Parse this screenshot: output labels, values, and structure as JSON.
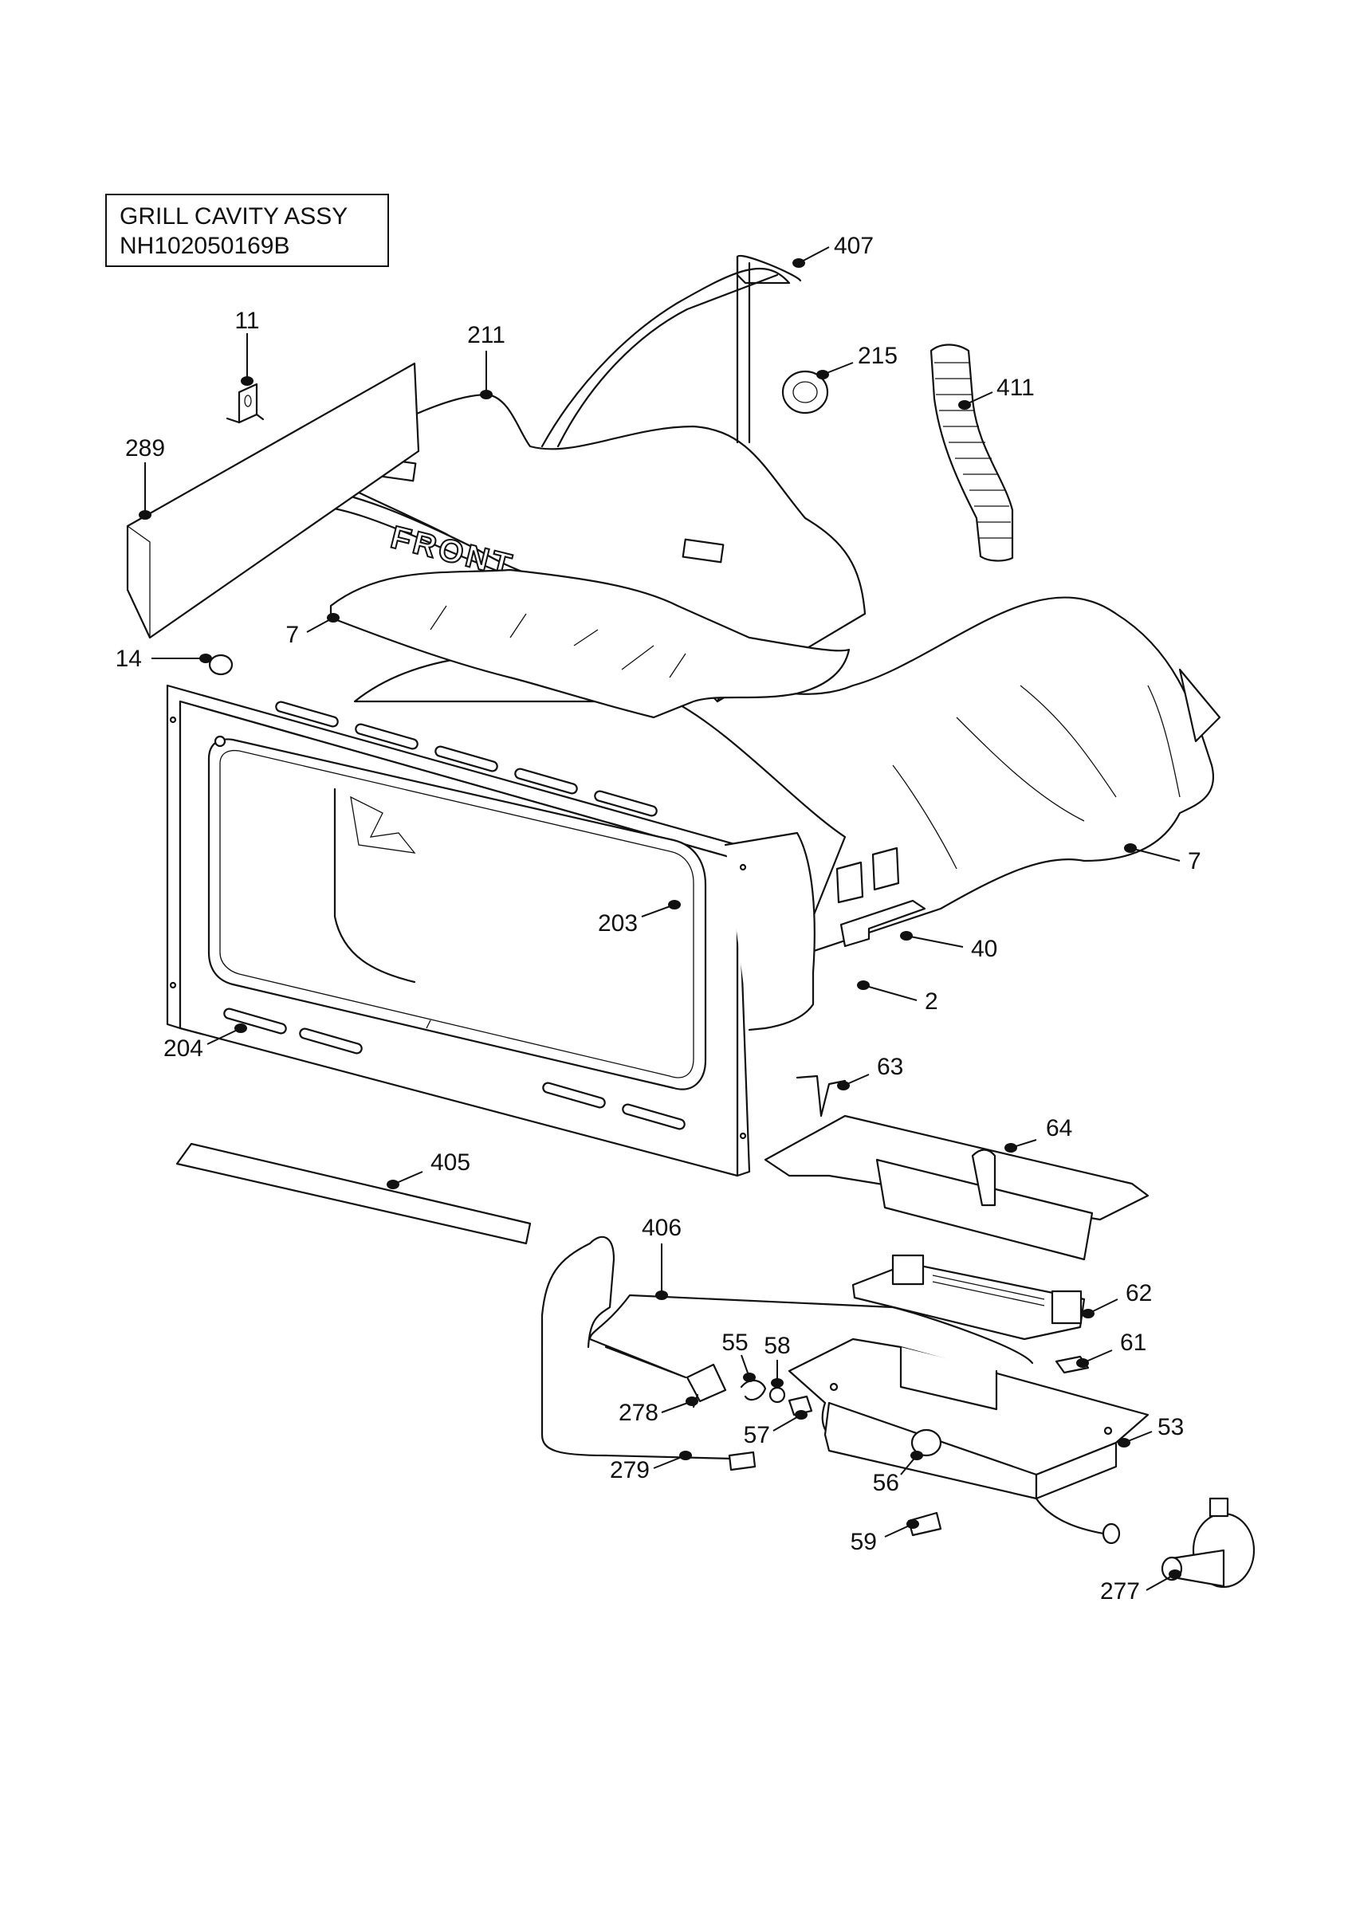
{
  "title": {
    "line1": "GRILL CAVITY ASSY",
    "line2": "NH102050169B"
  },
  "front_label": "FRONT",
  "callouts": [
    {
      "id": "c407",
      "label": "407"
    },
    {
      "id": "c11",
      "label": "11"
    },
    {
      "id": "c211",
      "label": "211"
    },
    {
      "id": "c215",
      "label": "215"
    },
    {
      "id": "c411",
      "label": "411"
    },
    {
      "id": "c289",
      "label": "289"
    },
    {
      "id": "c7a",
      "label": "7"
    },
    {
      "id": "c14",
      "label": "14"
    },
    {
      "id": "c7b",
      "label": "7"
    },
    {
      "id": "c203",
      "label": "203"
    },
    {
      "id": "c40",
      "label": "40"
    },
    {
      "id": "c2",
      "label": "2"
    },
    {
      "id": "c204",
      "label": "204"
    },
    {
      "id": "c63",
      "label": "63"
    },
    {
      "id": "c64",
      "label": "64"
    },
    {
      "id": "c405",
      "label": "405"
    },
    {
      "id": "c406",
      "label": "406"
    },
    {
      "id": "c62",
      "label": "62"
    },
    {
      "id": "c55",
      "label": "55"
    },
    {
      "id": "c58",
      "label": "58"
    },
    {
      "id": "c61",
      "label": "61"
    },
    {
      "id": "c278",
      "label": "278"
    },
    {
      "id": "c53",
      "label": "53"
    },
    {
      "id": "c57",
      "label": "57"
    },
    {
      "id": "c279",
      "label": "279"
    },
    {
      "id": "c56",
      "label": "56"
    },
    {
      "id": "c59",
      "label": "59"
    },
    {
      "id": "c277",
      "label": "277"
    }
  ]
}
